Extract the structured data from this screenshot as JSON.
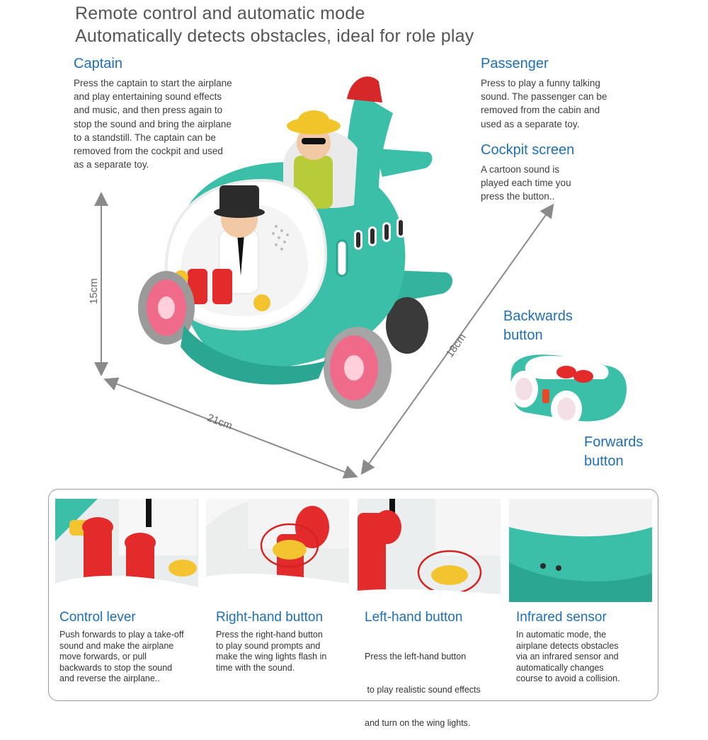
{
  "headline": {
    "line1": "Remote control and automatic mode",
    "line2": "Automatically detects obstacles, ideal for role play"
  },
  "callouts": {
    "captain": {
      "title": "Captain",
      "lines": [
        "Press the captain to start the airplane",
        "and play entertaining sound effects",
        "and music, and then press again to",
        "stop the sound and bring the airplane",
        "to a standstill. The captain can be",
        "removed from the cockpit and used",
        "as a separate toy."
      ]
    },
    "passenger": {
      "title": "Passenger",
      "lines": [
        "Press to play a funny talking",
        "sound. The passenger can be",
        "removed from the cabin and",
        "used as a separate toy."
      ]
    },
    "cockpit": {
      "title": "Cockpit screen",
      "lines": [
        "A cartoon sound is",
        "played each time you",
        "press the button.."
      ]
    },
    "backwards": {
      "lines": [
        "Backwards",
        "button"
      ]
    },
    "forwards": {
      "lines": [
        "Forwards",
        "button"
      ]
    }
  },
  "dimensions": {
    "height": "15cm",
    "width": "21cm",
    "depth": "18cm"
  },
  "features": [
    {
      "title": "Control lever",
      "lines": [
        "Push forwards to play a take-off",
        "sound and make the airplane",
        "move forwards, or pull",
        "backwards to stop the sound",
        "and reverse the airplane.."
      ]
    },
    {
      "title": "Right-hand button",
      "lines": [
        "Press the right-hand button",
        "to play sound prompts and",
        "make the wing lights flash in",
        "time with the sound."
      ]
    },
    {
      "title": "Left-hand button",
      "lines": [
        "Press the left-hand button",
        " to play realistic sound effects",
        "and turn on the wing lights."
      ]
    },
    {
      "title": "Infrared sensor",
      "lines": [
        "In automatic mode, the",
        "airplane detects obstacles",
        "via an infrared sensor and",
        "automatically changes",
        "course to avoid a collision."
      ]
    }
  ],
  "colors": {
    "accent_blue": "#1f6fb5",
    "teal": "#3bbfa9",
    "red": "#e32b2b",
    "yellow": "#f4c430",
    "highlight_circle": "#d42222"
  }
}
